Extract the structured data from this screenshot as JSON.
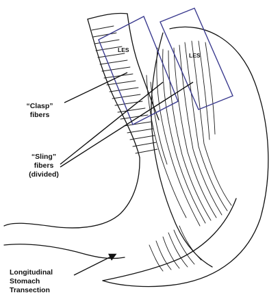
{
  "diagram": {
    "les_box_left_label": "LES",
    "les_box_right_label": "LES",
    "clasp_label_line1": "“Clasp”",
    "clasp_label_line2": "fibers",
    "sling_label_line1": "“Sling”",
    "sling_label_line2": "fibers",
    "sling_label_line3": "(divided)",
    "stomach_label_line1": "Longitudinal",
    "stomach_label_line2": "Stomach",
    "stomach_label_line3": "Transection",
    "box_color": "#3b3b8f",
    "line_color": "#111111"
  }
}
